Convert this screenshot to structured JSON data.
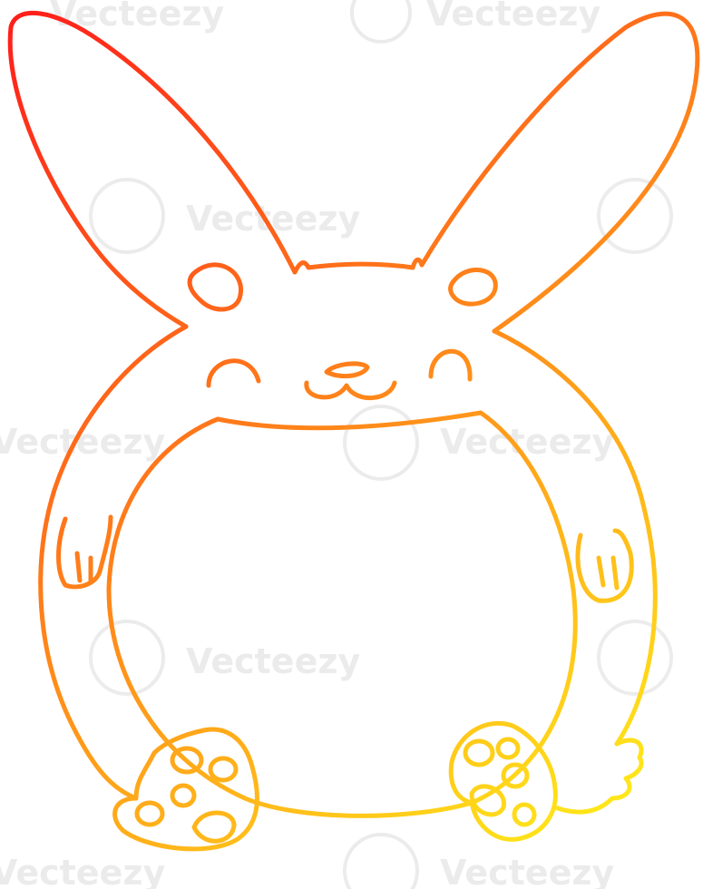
{
  "watermark": {
    "text": "Vecteezy",
    "color": "#d9d9d9"
  },
  "illustration": {
    "subject": "rabbit",
    "style": "line-art",
    "gradient": {
      "start_color": "#ff1a1a",
      "mid_color": "#ff8c1a",
      "end_color": "#ffff1a"
    },
    "background": "#ffffff"
  }
}
